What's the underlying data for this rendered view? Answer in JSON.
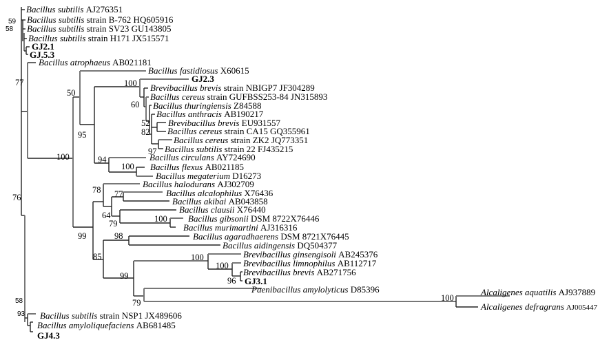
{
  "colors": {
    "highlight": "#1f3a8a",
    "text": "#000000",
    "branch": "#222222"
  },
  "leaves": [
    {
      "italic": "Bacillus subtilis",
      "rest": " AJ276351"
    },
    {
      "italic": "Bacillus subtilis",
      "rest": " strain B-762 HQ605916"
    },
    {
      "italic": "Bacillus subtilis",
      "rest": " strain SV23 GU143805"
    },
    {
      "italic": "Bacillus subtilis",
      "rest": " strain H171 JX515571"
    },
    {
      "italic": "",
      "rest": "GJ2.1",
      "bold": true
    },
    {
      "italic": "",
      "rest": "GJ.5.3",
      "bold": true
    },
    {
      "italic": "Bacillus atrophaeus",
      "rest": " AB021181"
    },
    {
      "italic": "Bacillus fastidiosus",
      "rest": " X60615"
    },
    {
      "italic": "",
      "rest": "GJ2.3",
      "bold": true,
      "highlight": true
    },
    {
      "italic": "Brevibacillus brevis",
      "rest": " strain NBIGP7 JF304289"
    },
    {
      "italic": "Bacillus cereus",
      "rest": " strain GUFBSS253-84 JN315893"
    },
    {
      "italic": "Bacillus thuringiensis",
      "rest": " Z84588"
    },
    {
      "italic": "Bacillus anthracis",
      "rest": " AB190217"
    },
    {
      "italic": "Brevibacillus brevis",
      "rest": " EU931557"
    },
    {
      "italic": "Bacillus cereus",
      "rest": " strain CA15 GQ355961"
    },
    {
      "italic": "Bacillus cereus",
      "rest": " strain ZK2 JQ773351"
    },
    {
      "italic": "Bacillus subtilis",
      "rest": " strain 22 FJ435215"
    },
    {
      "italic": "Bacillus circulans",
      "rest": " AY724690"
    },
    {
      "italic": "Bacillus flexus",
      "rest": " AB021185"
    },
    {
      "italic": "Bacillus megaterium",
      "rest": " D16273"
    },
    {
      "italic": "Bacillus halodurans",
      "rest": " AJ302709"
    },
    {
      "italic": "Bacillus alcalophilus",
      "rest": " X76436"
    },
    {
      "italic": "Bacillus akibai",
      "rest": " AB043858"
    },
    {
      "italic": "Bacillus clausii",
      "rest": " X76440"
    },
    {
      "italic": "Bacillus gibsonii",
      "rest": " DSM 8722X76446"
    },
    {
      "italic": "Bacillus murimartini",
      "rest": " AJ316316"
    },
    {
      "italic": "Bacillus agaradhaerens",
      "rest": " DSM 8721X76445"
    },
    {
      "italic": "Bacillus aidingensis",
      "rest": " DQ504377"
    },
    {
      "italic": "Brevibacillus ginsengisoli",
      "rest": " AB245376"
    },
    {
      "italic": "Brevibacillus limnophilus",
      "rest": " AB112717"
    },
    {
      "italic": "Brevibacillus brevis",
      "rest": " AB271756"
    },
    {
      "italic": "",
      "rest": "GJ3.1",
      "bold": true
    },
    {
      "italic": "Paenibacillus amylolyticus",
      "rest": " D85396"
    },
    {
      "italic": "Alcaligenes aquatilis",
      "rest": " AJ937889"
    },
    {
      "italic": "Alcaligenes defragrans",
      "rest": " AJ005447"
    },
    {
      "italic": "Bacillus subtilis",
      "rest": " strain NSP1 JX489606"
    },
    {
      "italic": "Bacillus amyloliquefaciens",
      "rest": " AB681485"
    },
    {
      "italic": "",
      "rest": "GJ4.3",
      "bold": true
    }
  ],
  "bootstrap": [
    "59",
    "58",
    "77",
    "50",
    "100",
    "60",
    "52",
    "82",
    "97",
    "95",
    "100",
    "94",
    "100",
    "78",
    "77",
    "64",
    "79",
    "100",
    "99",
    "98",
    "85",
    "100",
    "100",
    "96",
    "99",
    "79",
    "100",
    "76",
    "58",
    "93"
  ]
}
